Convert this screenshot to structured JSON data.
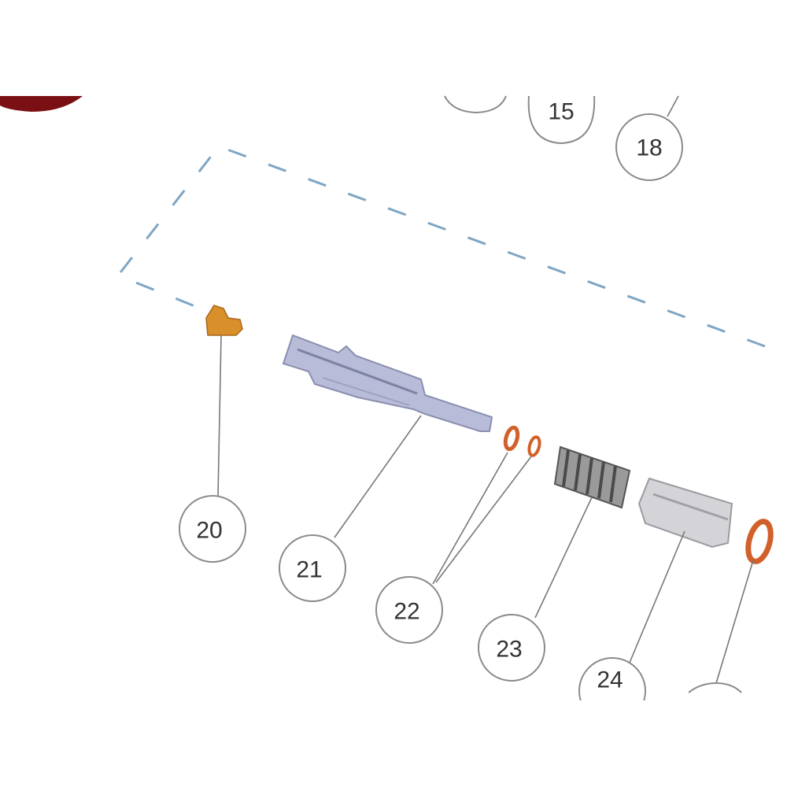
{
  "diagram": {
    "type": "exploded-parts-diagram",
    "callouts": [
      {
        "id": "15",
        "label": "15"
      },
      {
        "id": "18",
        "label": "18"
      },
      {
        "id": "20",
        "label": "20"
      },
      {
        "id": "21",
        "label": "21"
      },
      {
        "id": "22",
        "label": "22"
      },
      {
        "id": "23",
        "label": "23"
      },
      {
        "id": "24",
        "label": "24"
      }
    ],
    "colors": {
      "assembly_boundary": "#7fa6c4",
      "brass_part": "#d9902a",
      "oring": "#d2602a",
      "steel_part": "#b8bcd8",
      "spring": "#6e6e6e",
      "maroon_part": "#7a0f14"
    }
  }
}
